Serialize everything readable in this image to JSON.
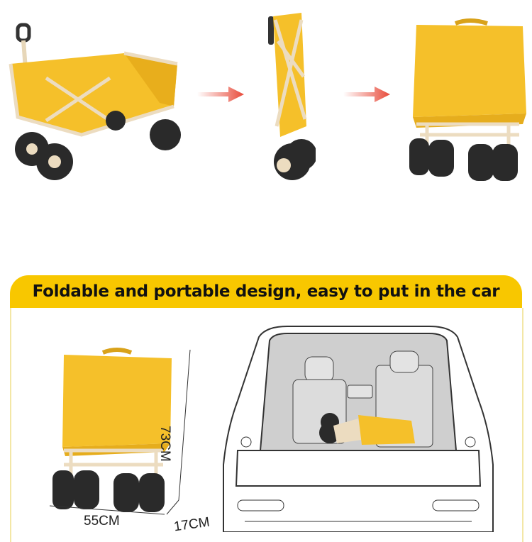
{
  "banner": {
    "title": "Foldable and portable design, easy to put in the car",
    "color": "#f8c700"
  },
  "dimensions": {
    "height": "73CM",
    "width": "55CM",
    "depth": "17CM"
  },
  "colors": {
    "canvas": "#f5c02a",
    "frame": "#ecdcc0",
    "arrow": "#e84a3a",
    "wheel": "#2a2a2a"
  },
  "steps": [
    "open-wagon",
    "folding-wagon",
    "folded-wagon-in-bag"
  ]
}
